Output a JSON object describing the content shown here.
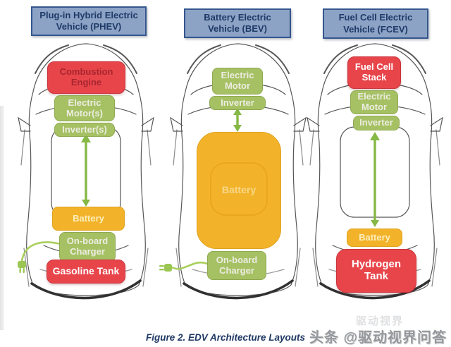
{
  "figure": {
    "caption": "Figure 2. EDV Architecture Layouts"
  },
  "watermark": {
    "text": "头条 @驱动视界问答",
    "ghost": "驱动视界"
  },
  "colors": {
    "header_fill": "#8da3c6",
    "header_border": "#35568e",
    "header_text": "#1e3a67",
    "component_red": "#e8454b",
    "component_green": "#a6c163",
    "component_yellow": "#f2b32b",
    "arrow_green": "#85b844",
    "cable_green": "#a9cf5b",
    "caption_text": "#1f3864"
  },
  "panels": [
    {
      "id": "phev",
      "title": "Plug-in Hybrid Electric Vehicle (PHEV)",
      "components": [
        {
          "label": "Combustion Engine",
          "color": "red"
        },
        {
          "label": "Electric Motor(s)",
          "color": "green"
        },
        {
          "label": "Inverter(s)",
          "color": "green"
        },
        {
          "label": "Battery",
          "color": "yellow"
        },
        {
          "label": "On-board Charger",
          "color": "green"
        },
        {
          "label": "Gasoline Tank",
          "color": "red"
        }
      ],
      "has_charging_plug": true
    },
    {
      "id": "bev",
      "title": "Battery Electric Vehicle (BEV)",
      "components": [
        {
          "label": "Electric Motor",
          "color": "green"
        },
        {
          "label": "Inverter",
          "color": "green"
        },
        {
          "label": "Battery",
          "color": "yellow"
        },
        {
          "label": "On-board Charger",
          "color": "green"
        }
      ],
      "has_charging_plug": true
    },
    {
      "id": "fcev",
      "title": "Fuel Cell Electric Vehicle (FCEV)",
      "components": [
        {
          "label": "Fuel Cell Stack",
          "color": "red"
        },
        {
          "label": "Electric Motor",
          "color": "green"
        },
        {
          "label": "Inverter",
          "color": "green"
        },
        {
          "label": "Battery",
          "color": "yellow"
        },
        {
          "label": "Hydrogen Tank",
          "color": "red"
        }
      ],
      "has_charging_plug": false
    }
  ]
}
